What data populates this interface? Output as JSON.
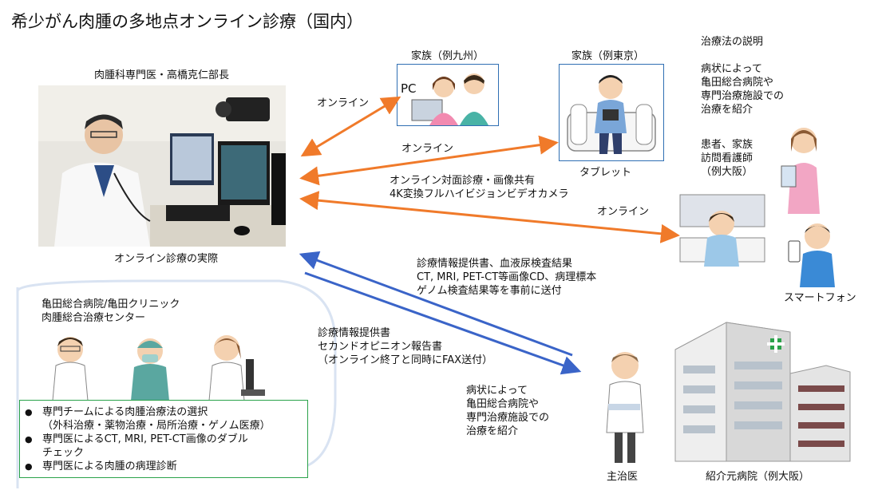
{
  "title": "希少がん肉腫の多地点オンライン診療（国内）",
  "doctor_caption": "肉腫科専門医・高橋克仁部長",
  "photo_caption": "オンライン診療の実際",
  "family_kyushu_label": "家族（例九州）",
  "pc_label": "PC",
  "family_tokyo_label": "家族（例東京）",
  "tablet_label": "タブレット",
  "treatment_explain": "治療法の説明\n\n病状によって\n亀田総合病院や\n専門治療施設での\n治療を紹介",
  "patient_label": "患者、家族\n訪問看護師\n（例大阪）",
  "smartphone_label": "スマートフォン",
  "arrow_labels": {
    "online1": "オンライン",
    "online2": "オンライン",
    "video_call": "オンライン対面診療・画像共有\n4K変換フルハイビジョンビデオカメラ",
    "online3": "オンライン",
    "referral_docs": "診療情報提供書、血液尿検査結果\nCT, MRI, PET-CT等画像CD、病理標本\nゲノム検査結果等を事前に送付",
    "report_docs": "診療情報提供書\nセカンドオピニオン報告書\n（オンライン終了と同時にFAX送付）"
  },
  "hospital_team": {
    "title": "亀田総合病院/亀田クリニック\n肉腫総合治療センター",
    "items": [
      {
        "line": "専門チームによる肉腫治療法の選択",
        "sub": "（外科治療・薬物治療・局所治療・ゲノム医療）"
      },
      {
        "line": "専門医によるCT, MRI, PET-CT画像のダブル",
        "sub": "チェック"
      },
      {
        "line": "専門医による肉腫の病理診断",
        "sub": ""
      }
    ]
  },
  "referral_explain": "病状によって\n亀田総合病院や\n専門治療施設での\n治療を紹介",
  "attending_label": "主治医",
  "referring_hospital_label": "紹介元病院（例大阪）",
  "colors": {
    "orange_arrow": "#f07a2a",
    "blue_arrow": "#3a64c8",
    "green_box": "#2aa24a",
    "frame": "#2f6fb3"
  }
}
